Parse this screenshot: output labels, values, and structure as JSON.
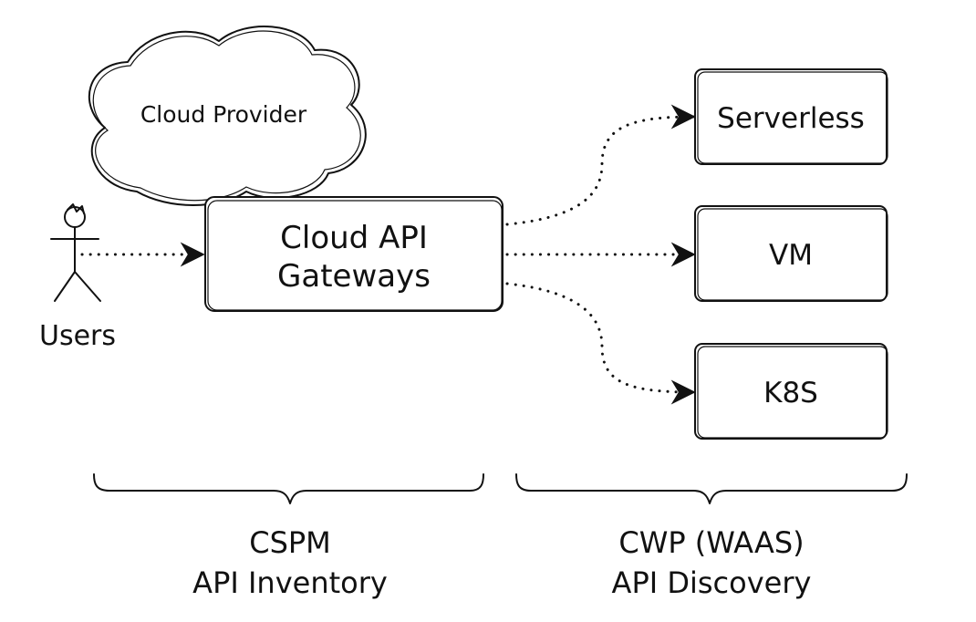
{
  "diagram": {
    "cloud": {
      "label": "Cloud Provider"
    },
    "gateway": {
      "line1": "Cloud API",
      "line2": "Gateways"
    },
    "users": {
      "label": "Users"
    },
    "targets": [
      {
        "label": "Serverless"
      },
      {
        "label": "VM"
      },
      {
        "label": "K8S"
      }
    ],
    "groups": [
      {
        "line1": "CSPM",
        "line2": "API Inventory"
      },
      {
        "line1": "CWP (WAAS)",
        "line2": "API Discovery"
      }
    ]
  }
}
